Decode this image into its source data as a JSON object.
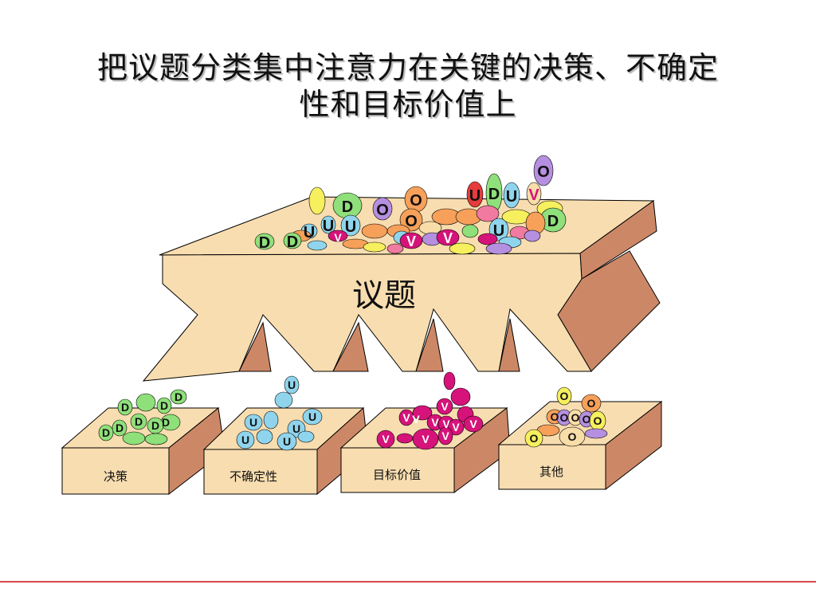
{
  "slide": {
    "title_line1": "把议题分类集中注意力在关键的决策、不确定",
    "title_line2": "性和目标价值上"
  },
  "hopper": {
    "label": "议题"
  },
  "bins": [
    {
      "label": "决策"
    },
    {
      "label": "不确定性"
    },
    {
      "label": "目标价值"
    },
    {
      "label": "其他"
    }
  ],
  "letters": {
    "decision": "D",
    "uncertainty": "U",
    "value": "V",
    "other": "O"
  },
  "colors": {
    "green": "#8fe07a",
    "cyan": "#8fd4ec",
    "magenta": "#d6137a",
    "yellow": "#f6ef5e",
    "orange": "#f6a05a",
    "purple": "#b58fe0",
    "peach": "#f8dda8",
    "tan": "#f8ddb0",
    "brown": "#cc8866",
    "red": "#e63c3c",
    "pink": "#f07aa0",
    "accent_line": "#d9484c"
  }
}
